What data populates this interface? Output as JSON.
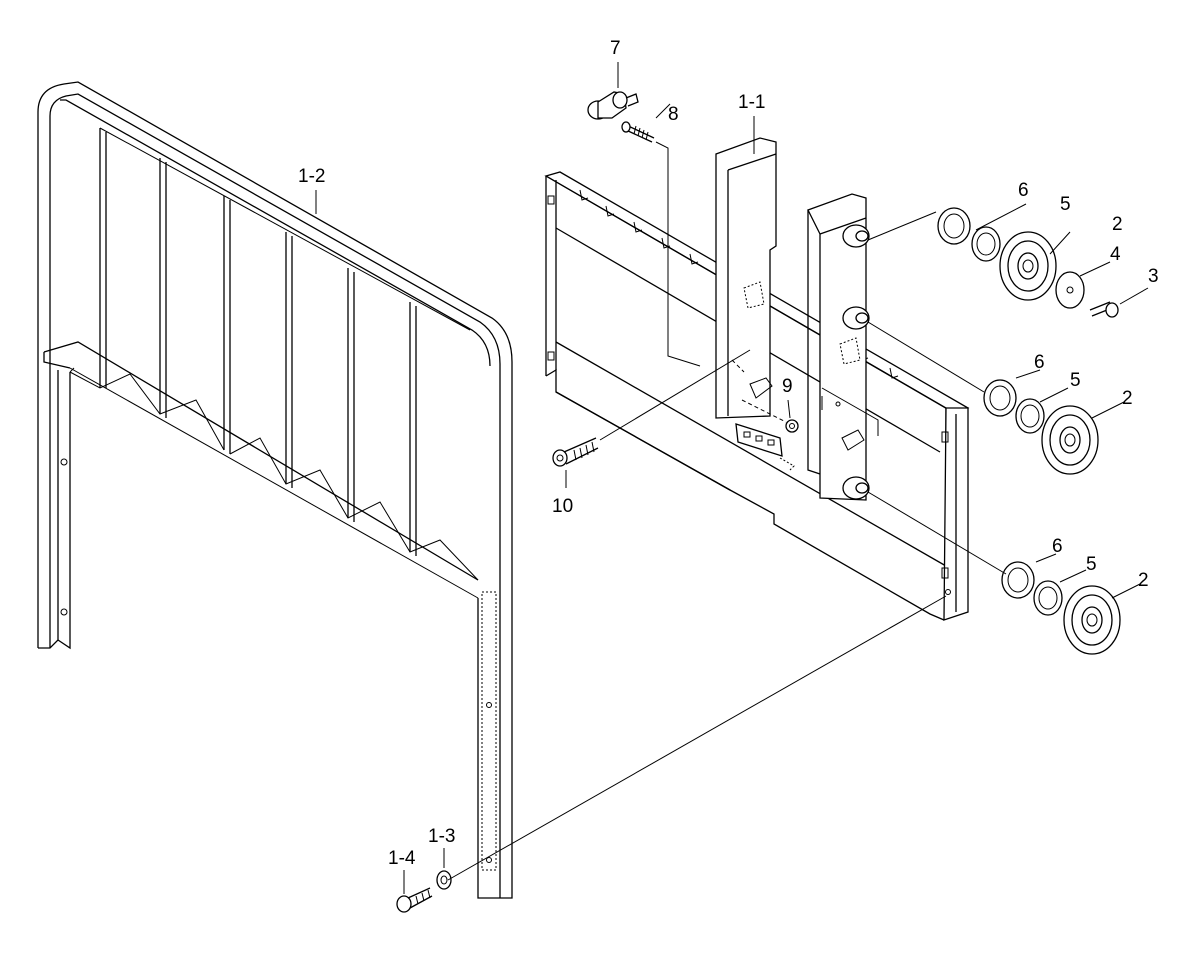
{
  "diagram": {
    "callouts": {
      "c1_1": "1-1",
      "c1_2": "1-2",
      "c1_3": "1-3",
      "c1_4": "1-4",
      "c2a": "2",
      "c2b": "2",
      "c2c": "2",
      "c3": "3",
      "c4": "4",
      "c5a": "5",
      "c5b": "5",
      "c5c": "5",
      "c6a": "6",
      "c6b": "6",
      "c6c": "6",
      "c7": "7",
      "c8": "8",
      "c9": "9",
      "c10": "10"
    }
  }
}
